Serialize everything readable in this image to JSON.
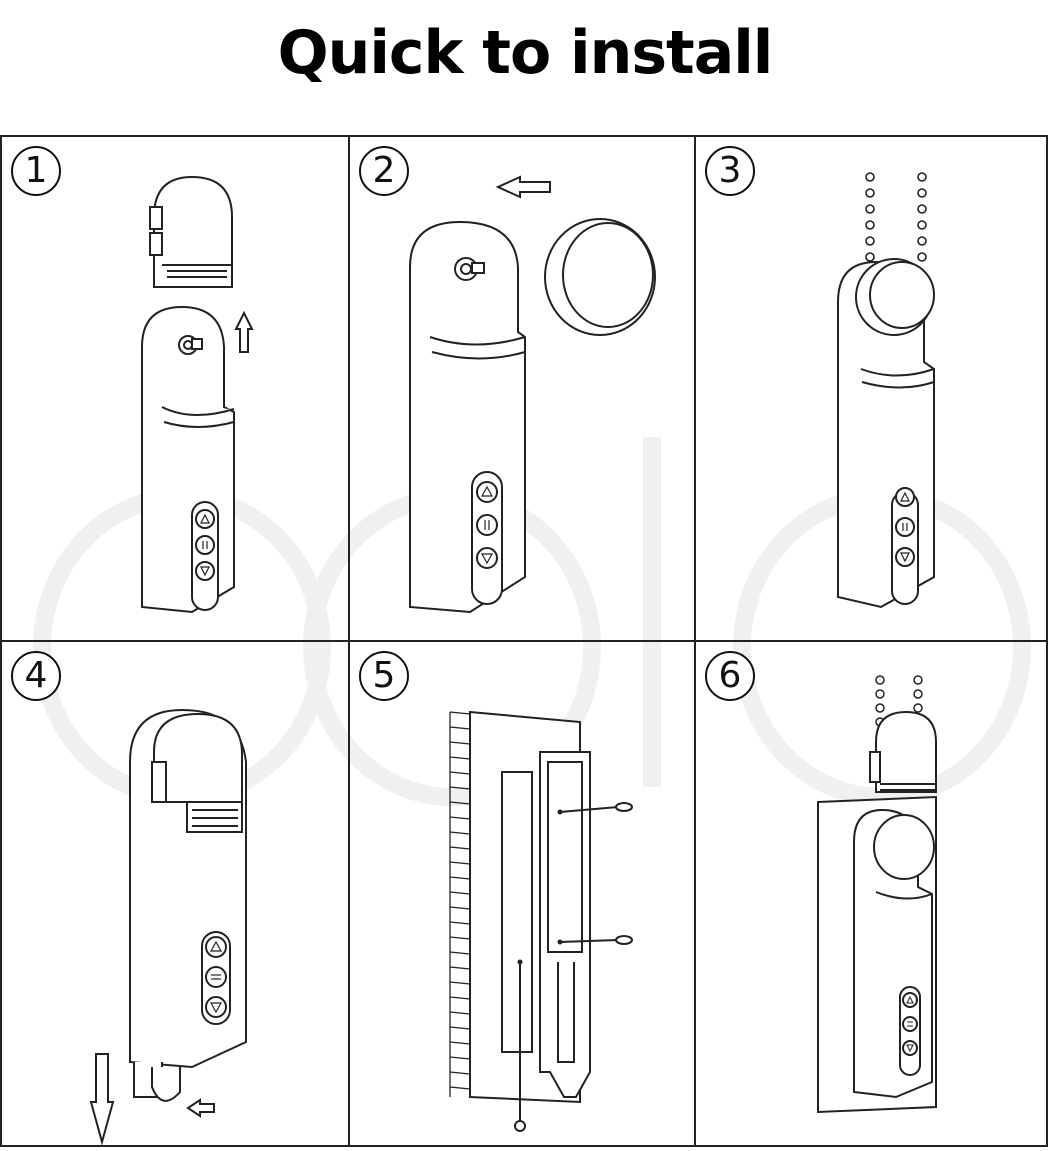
{
  "title": "Quick to install",
  "steps": [
    {
      "number": "1"
    },
    {
      "number": "2"
    },
    {
      "number": "3"
    },
    {
      "number": "4"
    },
    {
      "number": "5"
    },
    {
      "number": "6"
    }
  ]
}
